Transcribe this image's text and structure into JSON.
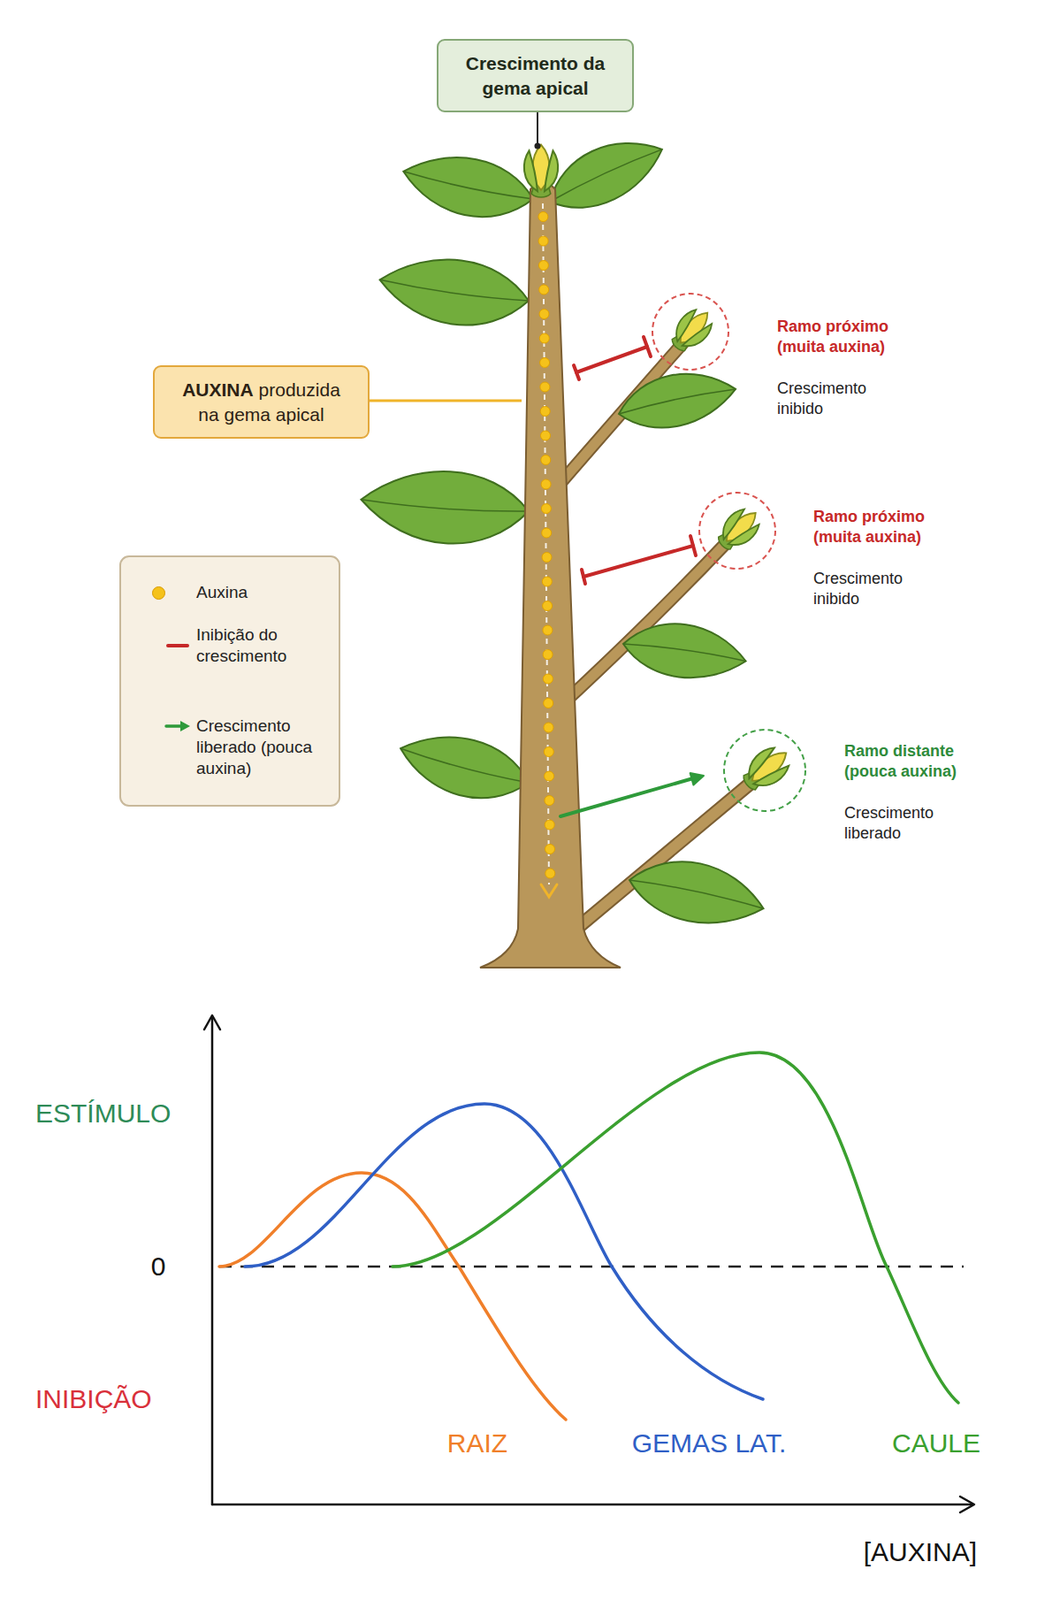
{
  "diagram": {
    "nodes": [
      {
        "text": [
          "Crescimento da gema apical"
        ]
      },
      {
        "text": [
          "AUXINA",
          "produzida na gema apical"
        ]
      }
    ],
    "labels": [
      "Ramo próximo (muita auxina)",
      "Crescimento inibido",
      "Ramo próximo (muita auxina)",
      "Crescimento inibido",
      "Ramo distante (pouca auxina)",
      "Crescimento liberado",
      "ESTÍMULO",
      "0",
      "INIBIÇÃO",
      "RAIZ",
      "GEMAS LAT.",
      "CAULE",
      "[AUXINA]"
    ],
    "legend": [
      {
        "text": "Auxina",
        "color": "#f5c21b"
      },
      {
        "text": "Inibição do crescimento"
      },
      {
        "text": "Crescimento liberado (pouca auxina)"
      }
    ]
  }
}
